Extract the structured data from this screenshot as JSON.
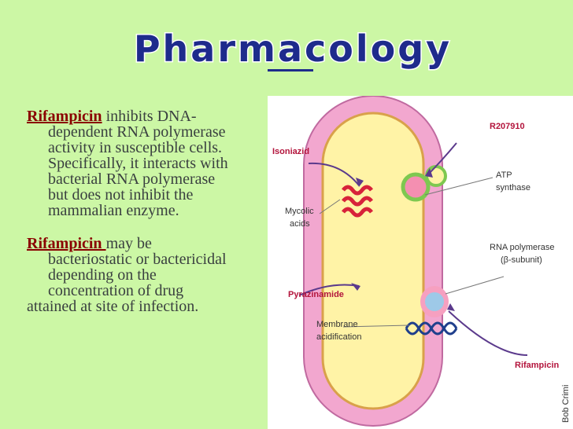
{
  "slide": {
    "title": "Pharmacology",
    "paragraph1": {
      "keyword": "Rifampicin",
      "lines": [
        " inhibits DNA-",
        "dependent RNA polymerase",
        "activity in susceptible cells.",
        "Specifically, it interacts with",
        "bacterial RNA polymerase",
        "but does not inhibit the",
        "mammalian enzyme."
      ]
    },
    "paragraph2": {
      "keyword": "Rifampicin ",
      "lines": [
        "may be",
        "bacteriostatic or bactericidal",
        "depending on the",
        "concentration of drug",
        "attained at site of  infection."
      ]
    }
  },
  "figure": {
    "labels": {
      "r207910": "R207910",
      "isoniazid": "Isoniazid",
      "atp_synthase_1": "ATP",
      "atp_synthase_2": "synthase",
      "mycolic_1": "Mycolic",
      "mycolic_2": "acids",
      "rna_pol_1": "RNA polymerase",
      "rna_pol_2": "(β-subunit)",
      "pyrazinamide": "Pyrazinamide",
      "membrane_1": "Membrane",
      "membrane_2": "acidification",
      "rifampicin": "Rifampicin",
      "credit": "Bob Crimi"
    }
  },
  "colors": {
    "background": "#ccf7a5",
    "title_fill": "#1e2b8c",
    "keyword": "#8a0000",
    "drug_label": "#b3143c"
  }
}
